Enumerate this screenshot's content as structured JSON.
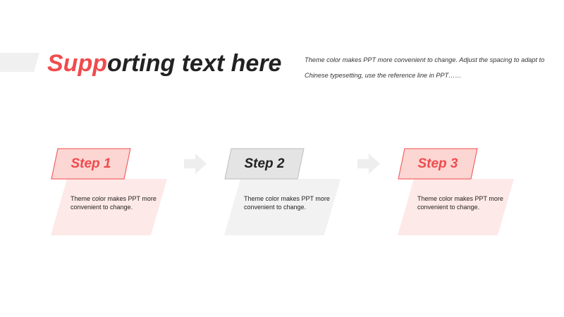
{
  "header": {
    "title_accent": "Supp",
    "title_rest": "orting text here",
    "description": "Theme color makes PPT more convenient to change. Adjust the spacing to adapt to Chinese typesetting, use the reference line in PPT……"
  },
  "steps": [
    {
      "label": "Step 1",
      "text": "Theme color makes PPT more convenient to change."
    },
    {
      "label": "Step 2",
      "text": "Theme color makes PPT more convenient to change."
    },
    {
      "label": "Step 3",
      "text": "Theme color makes PPT more convenient to change."
    }
  ],
  "colors": {
    "accent": "#ef4c4e",
    "accent_light": "#fde9e7",
    "neutral_light": "#f2f2f2",
    "text_dark": "#222222"
  },
  "icons": [
    "right-arrow-icon",
    "right-arrow-icon"
  ]
}
